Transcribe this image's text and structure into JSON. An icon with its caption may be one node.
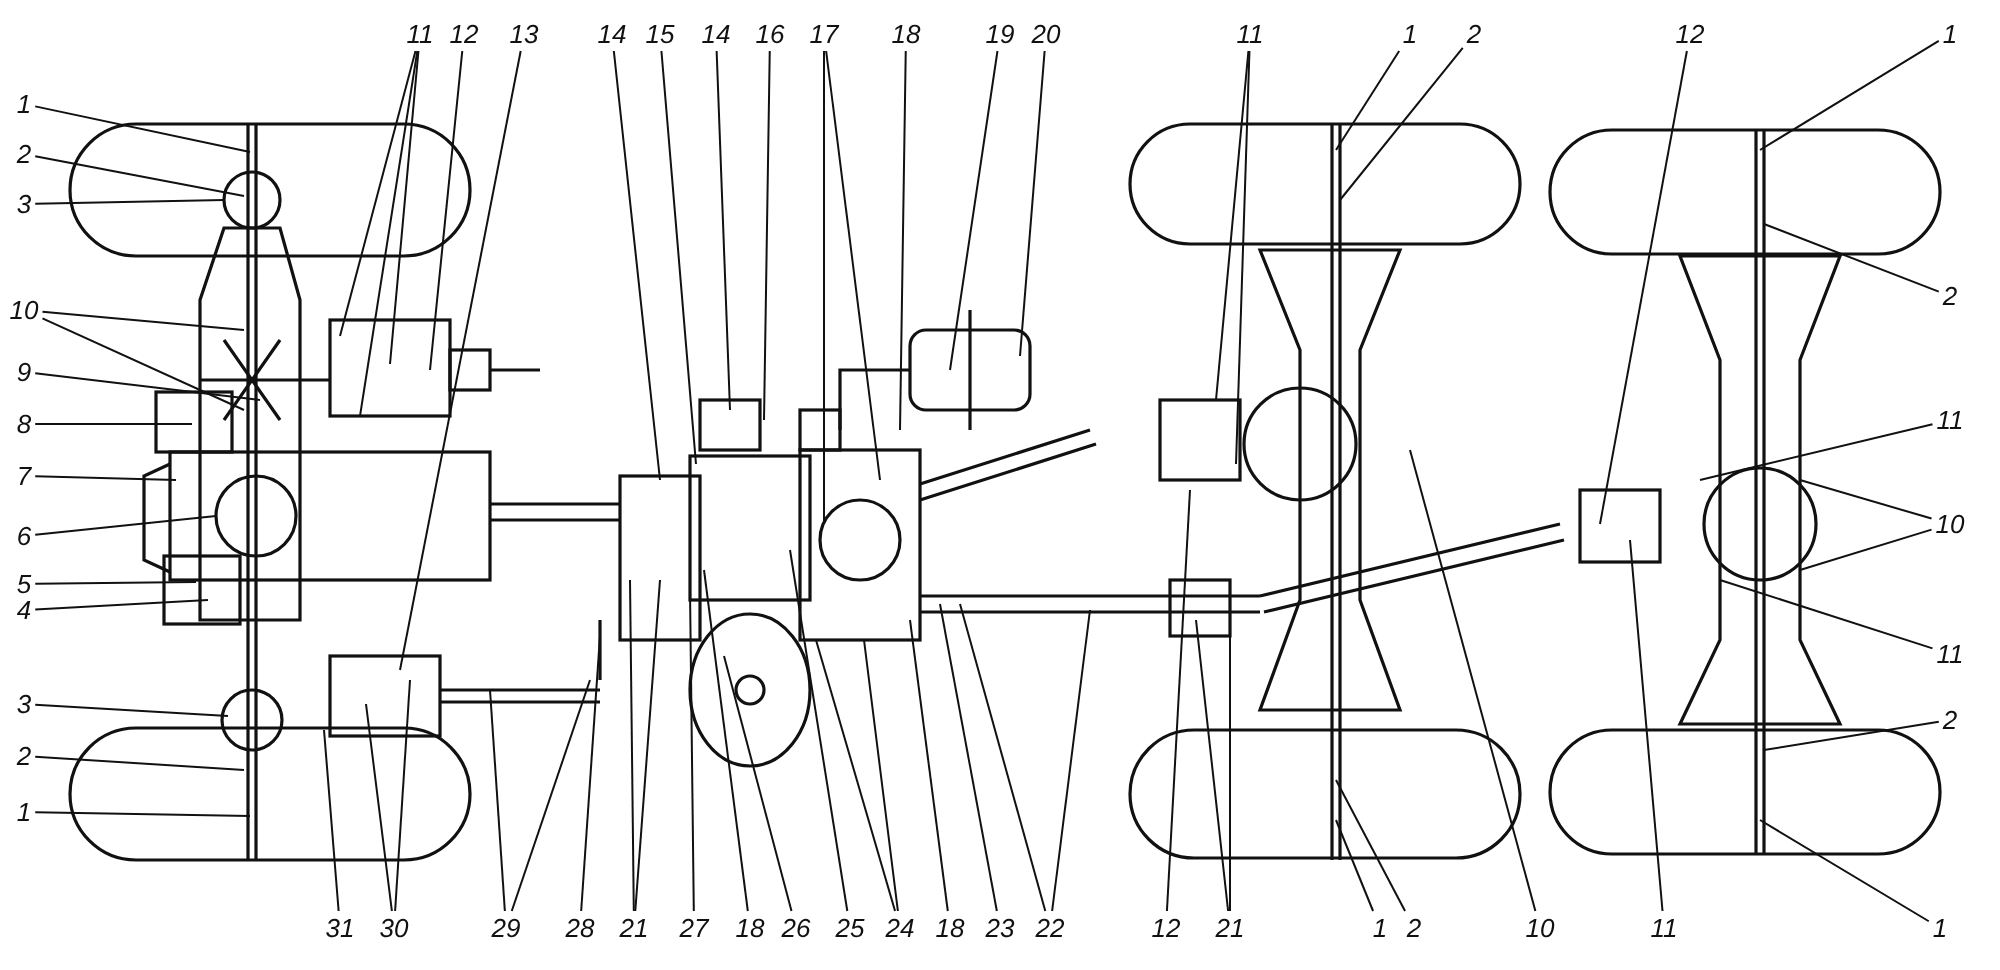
{
  "diagram": {
    "nodes": [
      {
        "text": [
          "1"
        ]
      },
      {
        "text": [
          "2"
        ]
      },
      {
        "text": [
          "3"
        ]
      },
      {
        "text": [
          "10"
        ]
      },
      {
        "text": [
          "9"
        ]
      },
      {
        "text": [
          "8"
        ]
      },
      {
        "text": [
          "7"
        ]
      },
      {
        "text": [
          "6"
        ]
      },
      {
        "text": [
          "5"
        ]
      },
      {
        "text": [
          "4"
        ]
      },
      {
        "text": [
          "3"
        ]
      },
      {
        "text": [
          "2"
        ]
      },
      {
        "text": [
          "1"
        ]
      },
      {
        "text": [
          "11"
        ]
      },
      {
        "text": [
          "12"
        ]
      },
      {
        "text": [
          "13"
        ]
      },
      {
        "text": [
          "14"
        ]
      },
      {
        "text": [
          "15"
        ]
      },
      {
        "text": [
          "14"
        ]
      },
      {
        "text": [
          "16"
        ]
      },
      {
        "text": [
          "17"
        ]
      },
      {
        "text": [
          "18"
        ]
      },
      {
        "text": [
          "19"
        ]
      },
      {
        "text": [
          "20"
        ]
      },
      {
        "text": [
          "11"
        ]
      },
      {
        "text": [
          "1"
        ]
      },
      {
        "text": [
          "2"
        ]
      },
      {
        "text": [
          "12"
        ]
      },
      {
        "text": [
          "1"
        ]
      },
      {
        "text": [
          "2"
        ]
      },
      {
        "text": [
          "11"
        ]
      },
      {
        "text": [
          "10"
        ]
      },
      {
        "text": [
          "11"
        ]
      },
      {
        "text": [
          "2"
        ]
      },
      {
        "text": [
          "31"
        ]
      },
      {
        "text": [
          "30"
        ]
      },
      {
        "text": [
          "29"
        ]
      },
      {
        "text": [
          "28"
        ]
      },
      {
        "text": [
          "21"
        ]
      },
      {
        "text": [
          "27"
        ]
      },
      {
        "text": [
          "18"
        ]
      },
      {
        "text": [
          "26"
        ]
      },
      {
        "text": [
          "25"
        ]
      },
      {
        "text": [
          "24"
        ]
      },
      {
        "text": [
          "18"
        ]
      },
      {
        "text": [
          "23"
        ]
      },
      {
        "text": [
          "22"
        ]
      },
      {
        "text": [
          "12"
        ]
      },
      {
        "text": [
          "21"
        ]
      },
      {
        "text": [
          "1"
        ]
      },
      {
        "text": [
          "2"
        ]
      },
      {
        "text": [
          "10"
        ]
      },
      {
        "text": [
          "11"
        ]
      },
      {
        "text": [
          "1"
        ]
      }
    ],
    "edges": [
      {
        "from": 0,
        "to": null,
        "arrow": "none"
      },
      {
        "from": 1,
        "to": null,
        "arrow": "none"
      },
      {
        "from": 2,
        "to": null,
        "arrow": "none"
      },
      {
        "from": 3,
        "to": null,
        "arrow": "none"
      },
      {
        "from": 3,
        "to": null,
        "arrow": "none"
      },
      {
        "from": 4,
        "to": null,
        "arrow": "none"
      },
      {
        "from": 5,
        "to": null,
        "arrow": "none"
      },
      {
        "from": 6,
        "to": null,
        "arrow": "none"
      },
      {
        "from": 7,
        "to": null,
        "arrow": "none"
      },
      {
        "from": 8,
        "to": null,
        "arrow": "none"
      },
      {
        "from": 9,
        "to": null,
        "arrow": "none"
      },
      {
        "from": 10,
        "to": null,
        "arrow": "none"
      },
      {
        "from": 11,
        "to": null,
        "arrow": "none"
      },
      {
        "from": 12,
        "to": null,
        "arrow": "none"
      },
      {
        "from": 13,
        "to": null,
        "arrow": "none"
      },
      {
        "from": 13,
        "to": null,
        "arrow": "none"
      },
      {
        "from": 13,
        "to": null,
        "arrow": "none"
      },
      {
        "from": 14,
        "to": null,
        "arrow": "none"
      },
      {
        "from": 15,
        "to": null,
        "arrow": "none"
      },
      {
        "from": 16,
        "to": null,
        "arrow": "none"
      },
      {
        "from": 17,
        "to": null,
        "arrow": "none"
      },
      {
        "from": 18,
        "to": null,
        "arrow": "none"
      },
      {
        "from": 19,
        "to": null,
        "arrow": "none"
      },
      {
        "from": 20,
        "to": null,
        "arrow": "none"
      },
      {
        "from": 20,
        "to": null,
        "arrow": "none"
      },
      {
        "from": 21,
        "to": null,
        "arrow": "none"
      },
      {
        "from": 22,
        "to": null,
        "arrow": "none"
      },
      {
        "from": 23,
        "to": null,
        "arrow": "none"
      },
      {
        "from": 24,
        "to": null,
        "arrow": "none"
      },
      {
        "from": 24,
        "to": null,
        "arrow": "none"
      },
      {
        "from": 25,
        "to": null,
        "arrow": "none"
      },
      {
        "from": 26,
        "to": null,
        "arrow": "none"
      },
      {
        "from": 27,
        "to": null,
        "arrow": "none"
      },
      {
        "from": 28,
        "to": null,
        "arrow": "none"
      },
      {
        "from": 29,
        "to": null,
        "arrow": "none"
      },
      {
        "from": 30,
        "to": null,
        "arrow": "none"
      },
      {
        "from": 31,
        "to": null,
        "arrow": "none"
      },
      {
        "from": 31,
        "to": null,
        "arrow": "none"
      },
      {
        "from": 32,
        "to": null,
        "arrow": "none"
      },
      {
        "from": 33,
        "to": null,
        "arrow": "none"
      },
      {
        "from": 34,
        "to": null,
        "arrow": "none"
      },
      {
        "from": 35,
        "to": null,
        "arrow": "none"
      },
      {
        "from": 35,
        "to": null,
        "arrow": "none"
      },
      {
        "from": 36,
        "to": null,
        "arrow": "none"
      },
      {
        "from": 36,
        "to": null,
        "arrow": "none"
      },
      {
        "from": 37,
        "to": null,
        "arrow": "none"
      },
      {
        "from": 38,
        "to": null,
        "arrow": "none"
      },
      {
        "from": 38,
        "to": null,
        "arrow": "none"
      },
      {
        "from": 39,
        "to": null,
        "arrow": "none"
      },
      {
        "from": 40,
        "to": null,
        "arrow": "none"
      },
      {
        "from": 41,
        "to": null,
        "arrow": "none"
      },
      {
        "from": 42,
        "to": null,
        "arrow": "none"
      },
      {
        "from": 43,
        "to": null,
        "arrow": "none"
      },
      {
        "from": 43,
        "to": null,
        "arrow": "none"
      },
      {
        "from": 44,
        "to": null,
        "arrow": "none"
      },
      {
        "from": 45,
        "to": null,
        "arrow": "none"
      },
      {
        "from": 46,
        "to": null,
        "arrow": "none"
      },
      {
        "from": 46,
        "to": null,
        "arrow": "none"
      },
      {
        "from": 47,
        "to": null,
        "arrow": "none"
      },
      {
        "from": 48,
        "to": null,
        "arrow": "none"
      },
      {
        "from": 48,
        "to": null,
        "arrow": "none"
      },
      {
        "from": 49,
        "to": null,
        "arrow": "none"
      },
      {
        "from": 50,
        "to": null,
        "arrow": "none"
      },
      {
        "from": 51,
        "to": null,
        "arrow": "none"
      },
      {
        "from": 52,
        "to": null,
        "arrow": "none"
      },
      {
        "from": 53,
        "to": null,
        "arrow": "none"
      }
    ]
  }
}
